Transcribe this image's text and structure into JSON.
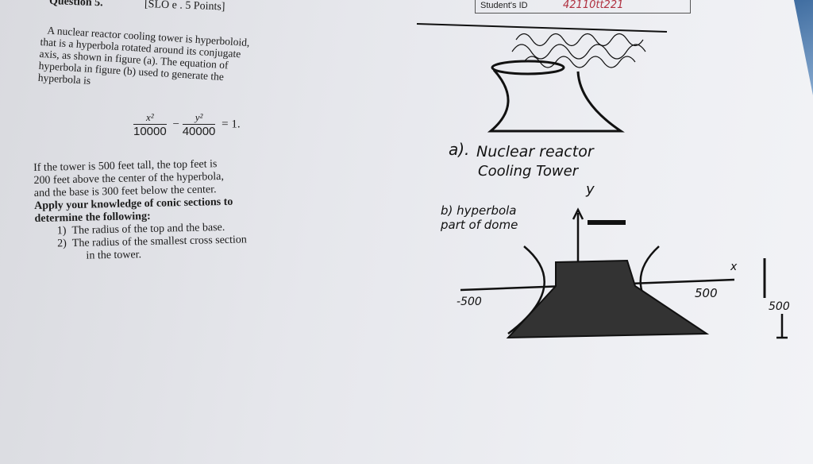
{
  "header": {
    "question": "Question 5.",
    "slo": "[SLO e . 5 Points]",
    "student_id_label": "Student's ID",
    "student_id_value": "42110tt221"
  },
  "intro": [
    "A nuclear reactor cooling tower is hyperboloid,",
    "that is a hyperbola rotated around its conjugate",
    "axis, as shown in figure (a). The equation of",
    "hyperbola in figure (b) used to generate the",
    "hyperbola is"
  ],
  "equation": {
    "num1": "x²",
    "den1": "10000",
    "minus": "−",
    "num2": "y²",
    "den2": "40000",
    "rhs": "= 1."
  },
  "problem": [
    "If the tower is 500 feet tall, the top feet is",
    "200 feet above the center of the hyperbola,",
    "and the base is 300 feet below the center."
  ],
  "instruction": [
    "Apply your knowledge of conic sections to",
    "determine the following:"
  ],
  "tasks": [
    {
      "n": "1)",
      "text": "The radius of the top and the base."
    },
    {
      "n": "2)",
      "text": "The radius of the smallest cross section"
    },
    {
      "n": "",
      "text": "in the tower."
    }
  ],
  "handwriting": {
    "fig_a_label": "a).",
    "fig_a_caption1": "Nuclear reactor",
    "fig_a_caption2": "Cooling Tower",
    "fig_b1": "b) hyperbola",
    "fig_b2": "part of dome",
    "y_axis": "y",
    "x_axis": "x",
    "neg500": "-500",
    "pos500": "500",
    "height": "500"
  }
}
